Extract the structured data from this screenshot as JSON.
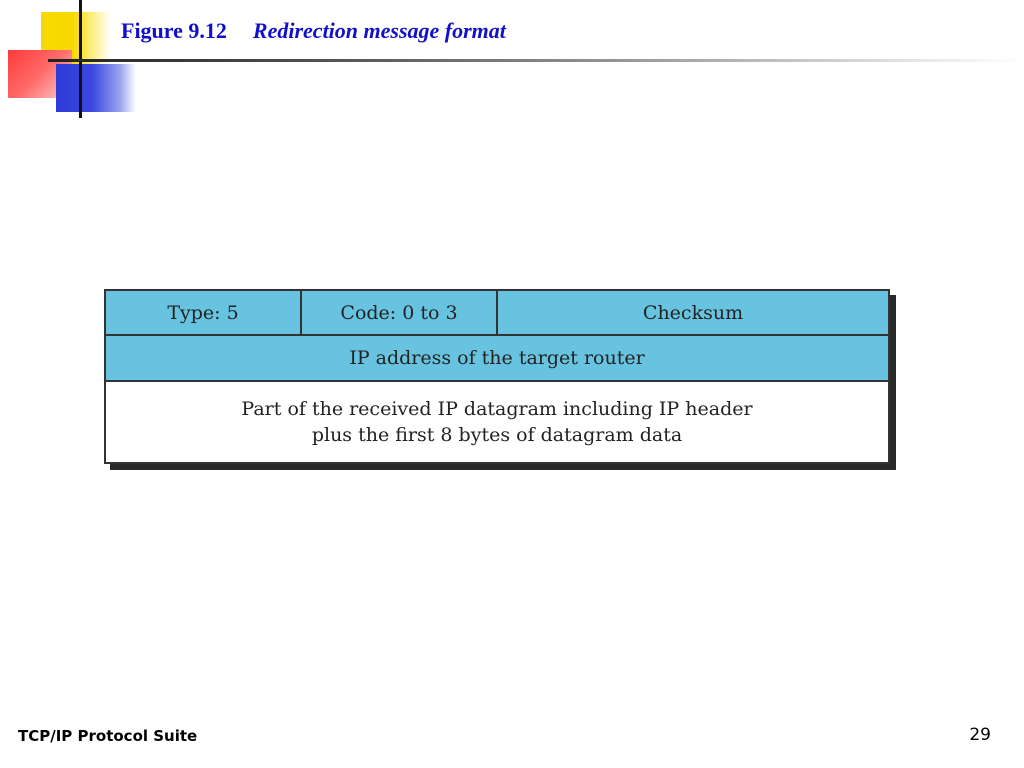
{
  "header": {
    "figure_number": "Figure 9.12",
    "caption": "Redirection message format"
  },
  "diagram": {
    "row1": {
      "type": "Type: 5",
      "code": "Code: 0 to 3",
      "checksum": "Checksum"
    },
    "row2": "IP address of the target router",
    "row3": {
      "line1": "Part of the received IP datagram including IP header",
      "line2": "plus the first 8 bytes of datagram data"
    },
    "colors": {
      "field_fill": "#67c3df",
      "title_text": "#1010c8"
    }
  },
  "footer": {
    "left": "TCP/IP Protocol Suite",
    "page_number": "29"
  }
}
